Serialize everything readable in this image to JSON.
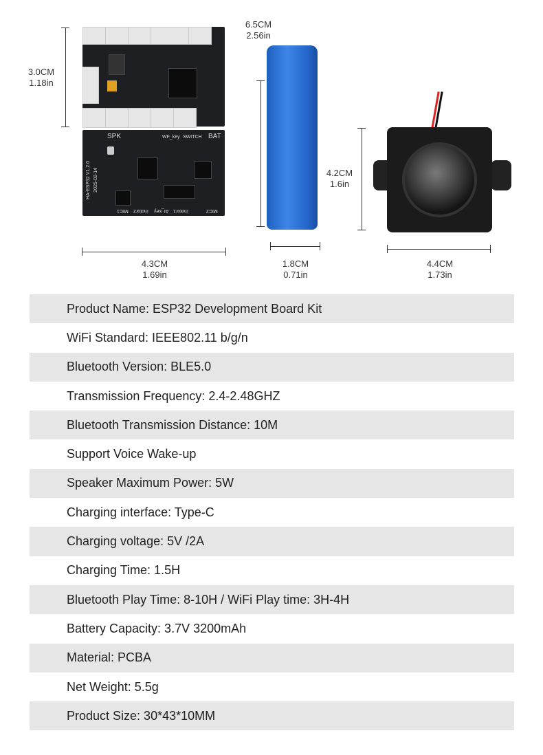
{
  "dimensions": {
    "board_height": {
      "cm": "3.0CM",
      "in": "1.18in"
    },
    "board_width": {
      "cm": "4.3CM",
      "in": "1.69in"
    },
    "battery_length": {
      "cm": "6.5CM",
      "in": "2.56in"
    },
    "battery_width": {
      "cm": "1.8CM",
      "in": "0.71in"
    },
    "speaker_height": {
      "cm": "4.2CM",
      "in": "1.6in"
    },
    "speaker_width": {
      "cm": "4.4CM",
      "in": "1.73in"
    }
  },
  "board_silkscreen": [
    "SPK",
    "WF_key",
    "SWITCH",
    "BAT",
    "HA-ESP32 V1.2.0",
    "2025-02-14",
    "MIC1",
    "motor2",
    "AI_key",
    "motor1",
    "MIC2"
  ],
  "colors": {
    "battery": "#2a6fd6",
    "row_shade": "#e6e6e6",
    "board": "#1d1f22"
  },
  "specs": [
    "Product Name: ESP32 Development Board Kit",
    "WiFi Standard: IEEE802.11 b/g/n",
    "Bluetooth Version: BLE5.0",
    "Transmission Frequency: 2.4-2.48GHZ",
    "Bluetooth Transmission Distance: 10M",
    "Support Voice Wake-up",
    "Speaker Maximum Power: 5W",
    "Charging interface: Type-C",
    "Charging voltage: 5V /2A",
    "Charging Time: 1.5H",
    "Bluetooth Play Time: 8-10H / WiFi Play time: 3H-4H",
    "Battery Capacity: 3.7V  3200mAh",
    "Material: PCBA",
    "Net Weight: 5.5g",
    "Product Size: 30*43*10MM"
  ]
}
